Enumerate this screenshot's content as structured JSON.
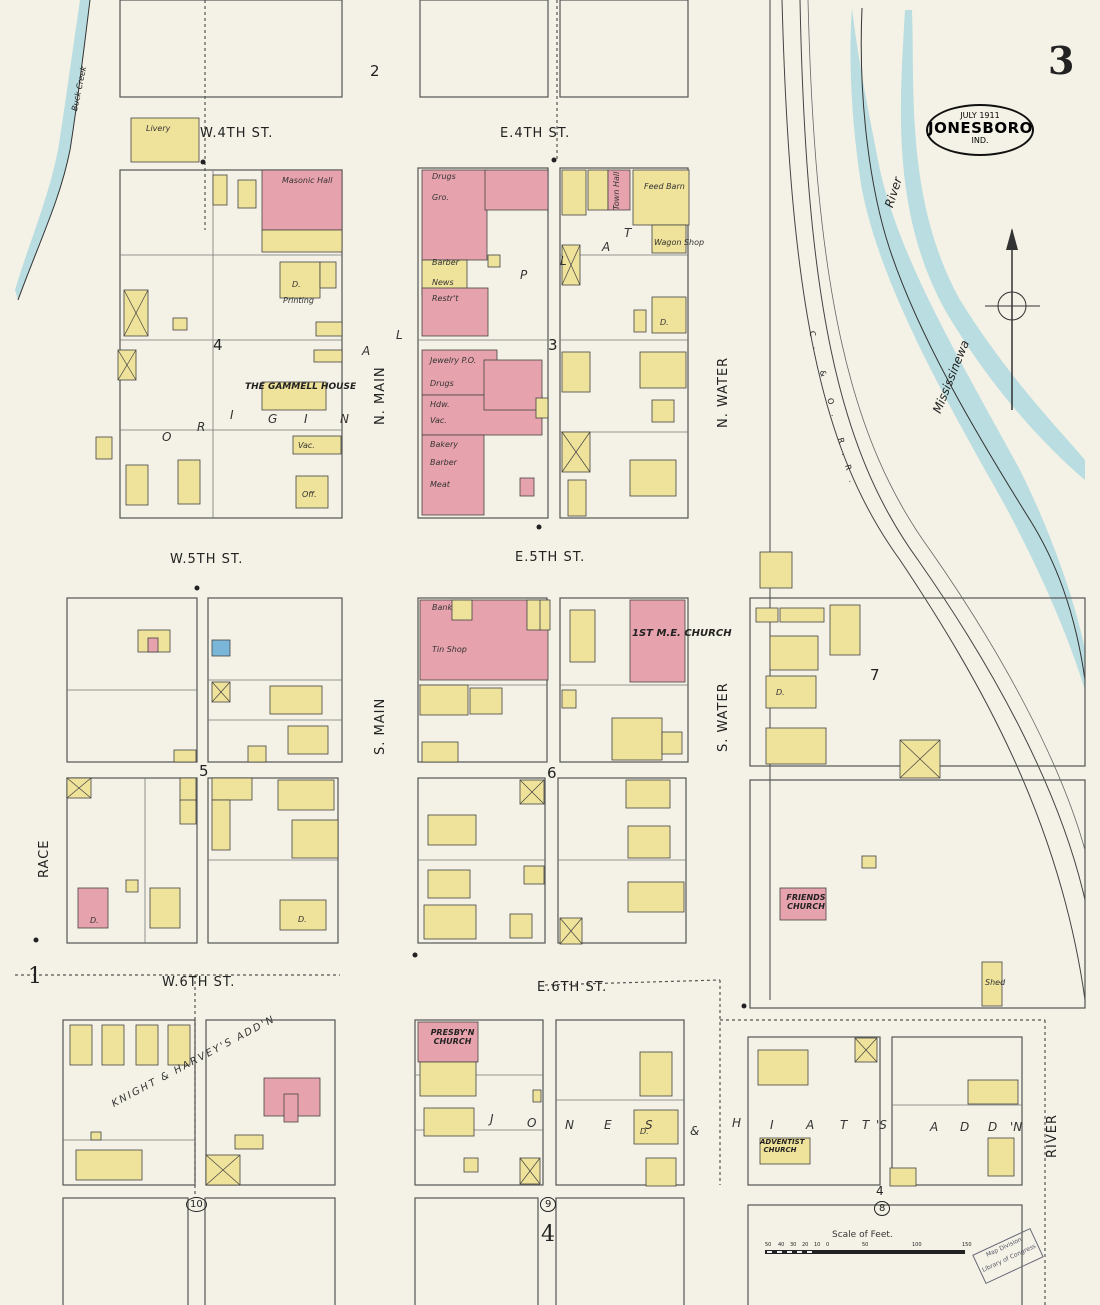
{
  "sheet_number": "3",
  "title": {
    "date": "JULY 1911",
    "town": "JONESBORO",
    "state": "IND."
  },
  "colors": {
    "paper": "#f4f2e6",
    "brick": "#e7a3ad",
    "frame": "#efe29a",
    "water": "#b9dde0",
    "stone_blue": "#7ab6d8"
  },
  "streets": {
    "w4": "W.4TH  ST.",
    "e4": "E.4TH  ST.",
    "w5": "W.5TH  ST.",
    "e5": "E.5TH  ST.",
    "w6": "W.6TH  ST.",
    "e6": "E.6TH  ST.",
    "n_main": "N. MAIN",
    "s_main": "S. MAIN",
    "n_water": "N. WATER",
    "s_water": "S. WATER",
    "race": "RACE",
    "river": "RIVER"
  },
  "water": {
    "creek": "Buck Creek",
    "river": "Mississinewa",
    "river2": "River"
  },
  "railroad": "C. & O. R.R.",
  "blocks": [
    "2",
    "3",
    "4",
    "5",
    "6",
    "7",
    "1",
    "4"
  ],
  "adjoining_sheets": [
    "10",
    "9",
    "8"
  ],
  "plats": {
    "original": [
      "O",
      "R",
      "I",
      "G",
      "I",
      "N",
      "A",
      "L",
      "P",
      "L",
      "A",
      "T"
    ],
    "knight": "KNIGHT & HARVEY'S ADD'N",
    "jones": [
      "J",
      "O",
      "N",
      "E",
      "S",
      "&",
      "H",
      "I",
      "A",
      "T",
      "T",
      "'S",
      "A",
      "D",
      "D",
      "'N"
    ]
  },
  "landmarks": {
    "gammell": "THE GAMMELL HOUSE",
    "me_church": "1ST M.E. CHURCH",
    "friends": "FRIENDS CHURCH",
    "presbyn": "PRESBY'N CHURCH",
    "adventist": "ADVENTIST CHURCH",
    "town_hall": "Town Hall",
    "masonic": "Masonic Hall",
    "livery": "Livery",
    "feed_barn": "Feed Barn",
    "wagon_shop": "Wagon Shop",
    "bank": "Bank",
    "tin_shop": "Tin Shop"
  },
  "building_labels": [
    "Drugs",
    "Gro.",
    "Barber",
    "News",
    "Restr't",
    "Jewelry P.O.",
    "Drugs",
    "Hdw.",
    "Vac.",
    "Bakery",
    "Barber",
    "Meat",
    "Vac.",
    "Off.",
    "D.",
    "D.",
    "D.",
    "D.",
    "D.",
    "D.",
    "Shed",
    "Printing"
  ],
  "scale": {
    "label": "Scale of Feet.",
    "ticks": [
      "50",
      "40",
      "30",
      "20",
      "10",
      "0",
      "50",
      "100",
      "150"
    ]
  },
  "stamp": {
    "line1": "Map Division",
    "line2": "Library of Congress"
  }
}
